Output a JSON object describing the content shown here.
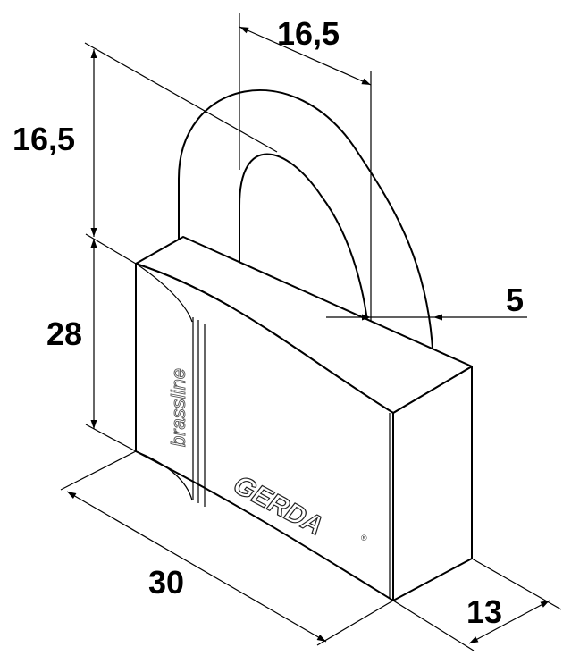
{
  "dimensions": {
    "shackle_width": "16,5",
    "shackle_height": "16,5",
    "body_height": "28",
    "shackle_diameter": "5",
    "body_width": "30",
    "body_depth": "13"
  },
  "branding": {
    "series": "brassline",
    "logo": "GERDA",
    "registered": "®"
  }
}
